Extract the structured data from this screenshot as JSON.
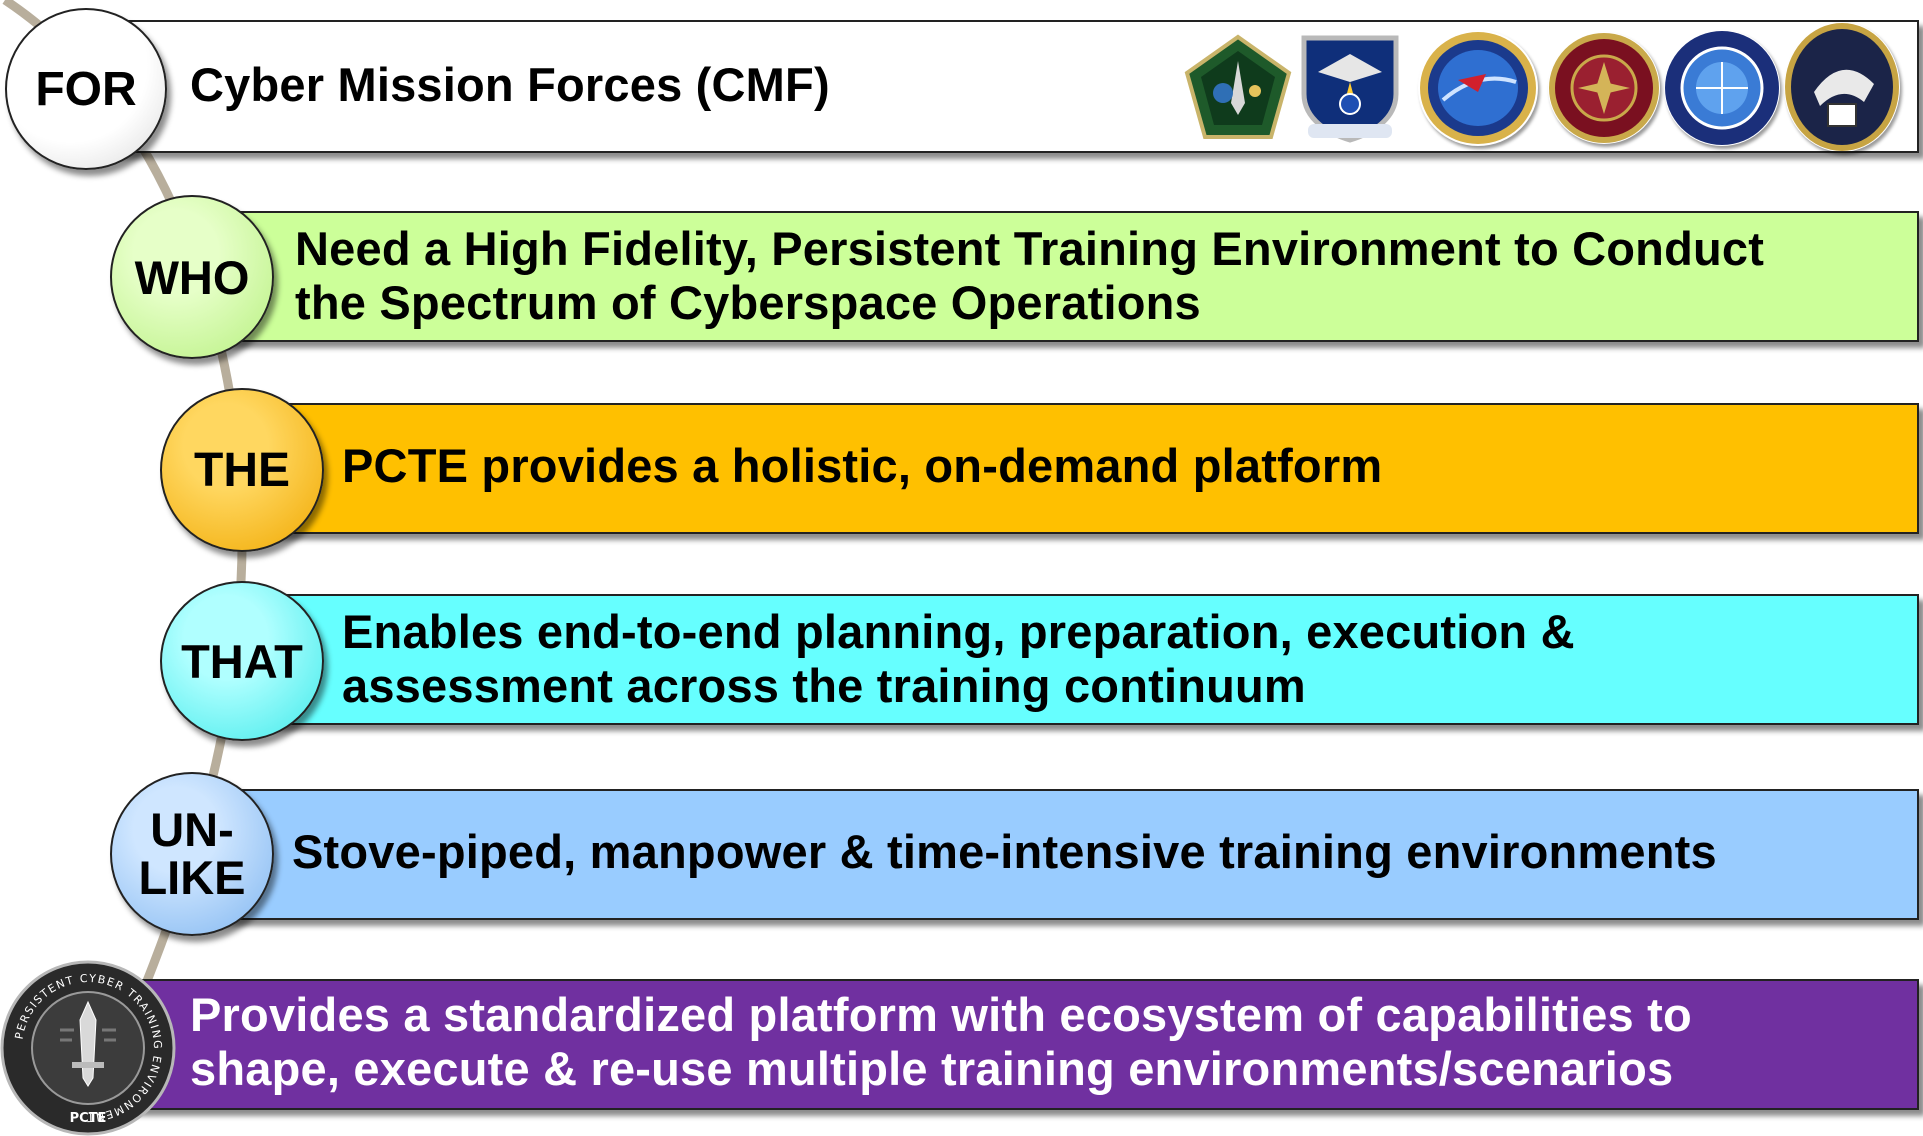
{
  "rows": [
    {
      "key": "FOR",
      "text": "Cyber Mission Forces (CMF)",
      "color": "#ffffff"
    },
    {
      "key": "WHO",
      "text_line1": "Need a High Fidelity, Persistent Training Environment to Conduct",
      "text_line2": "the Spectrum of Cyberspace Operations",
      "color": "#ccff99"
    },
    {
      "key": "THE",
      "text": "PCTE provides a holistic, on-demand platform",
      "color": "#ffc000"
    },
    {
      "key": "THAT",
      "text_line1": "Enables end-to-end planning, preparation, execution &",
      "text_line2": "assessment across the training continuum",
      "color": "#66ffff"
    },
    {
      "key_line1": "UN-",
      "key_line2": "LIKE",
      "text": "Stove-piped, manpower & time-intensive training environments",
      "color": "#99ccff"
    },
    {
      "text_line1": "Provides a standardized platform with ecosystem of capabilities to",
      "text_line2": "shape, execute & re-use multiple training environments/scenarios",
      "color": "#7030a0"
    }
  ],
  "pcte_logo": {
    "ring_text": "PERSISTENT CYBER TRAINING ENVIRONMENT",
    "label": "PCTE"
  },
  "seals": [
    {
      "icon": "army-cyber-command-seal"
    },
    {
      "icon": "air-forces-cyber-seal"
    },
    {
      "icon": "fleet-cyber-command-seal"
    },
    {
      "icon": "marine-corps-cyberspace-command-seal"
    },
    {
      "icon": "coast-guard-cyber-command-seal"
    },
    {
      "icon": "us-cyber-command-seal"
    }
  ]
}
